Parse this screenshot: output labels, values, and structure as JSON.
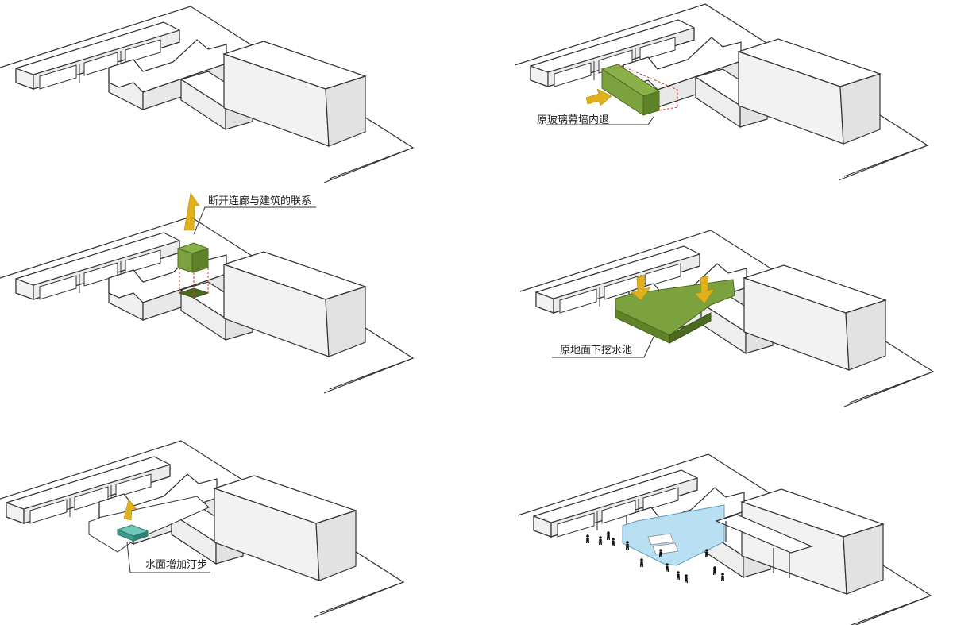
{
  "callouts": {
    "glass_curtain_wall_setback": "原玻璃幕墙内退",
    "disconnect_corridor": "断开连廊与建筑的联系",
    "excavate_pool": "原地面下挖水池",
    "add_stepping_stones": "水面增加汀步"
  },
  "colors": {
    "line": "#333333",
    "face_white": "#ffffff",
    "face_light": "#f2f2f2",
    "face_mid": "#e4e4e4",
    "green": "#7ba23f",
    "green_dark": "#4d6b1f",
    "arrow_yellow": "#e0b11a",
    "water": "#b9e0f2",
    "water_teal": "#6fc7b8",
    "dash_red": "#d9342b"
  },
  "icons": {
    "arrow_up": "arrow-up-icon",
    "arrow_right": "arrow-right-icon",
    "arrow_down": "arrow-down-icon",
    "person": "person-icon"
  }
}
